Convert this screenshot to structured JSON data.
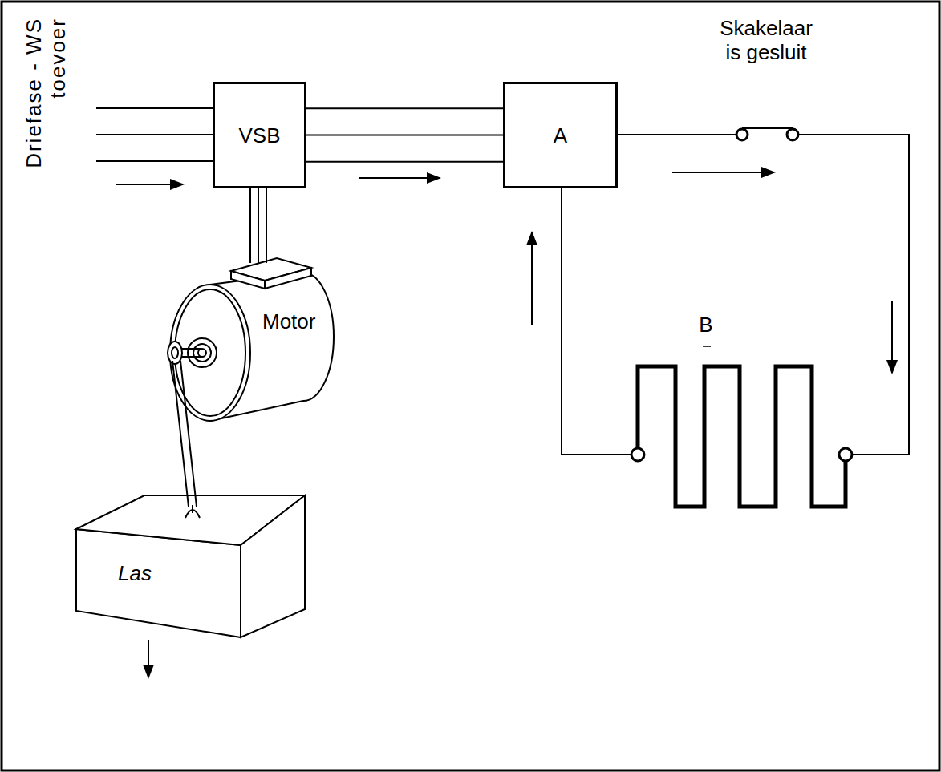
{
  "diagram": {
    "nodes": [
      {
        "text": [
          "VSB"
        ]
      },
      {
        "text": [
          "A"
        ]
      },
      {
        "text": [
          "Motor"
        ]
      },
      {
        "text": [
          "Las"
        ]
      }
    ],
    "edges": [
      {
        "from": 0,
        "to": 1,
        "arrow": "none"
      },
      {
        "from": 0,
        "to": 2,
        "arrow": "none"
      },
      {
        "from": 2,
        "to": 3,
        "arrow": "none"
      }
    ],
    "labels": [
      "Driefase - WS toevoer",
      "Skakelaar is gesluit",
      "B"
    ]
  }
}
